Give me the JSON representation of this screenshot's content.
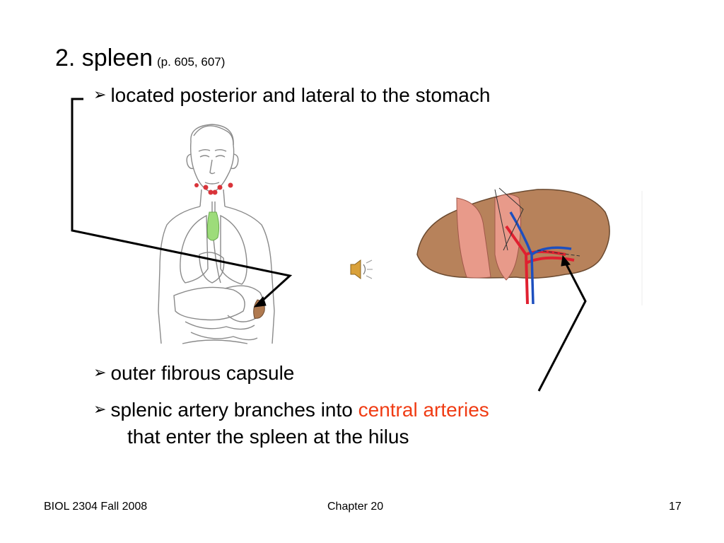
{
  "slide": {
    "title": "2. spleen",
    "title_ref": "(p. 605, 607)",
    "bullet_marker": "➢",
    "bullets": [
      {
        "text": "located posterior and lateral to the stomach"
      },
      {
        "text": "outer fibrous capsule"
      },
      {
        "text_before": "splenic artery branches into ",
        "highlight": "central arteries",
        "continuation": "that enter the spleen at the hilus"
      }
    ],
    "highlight_color": "#f03c14"
  },
  "footer": {
    "left": "BIOL 2304 Fall 2008",
    "center": "Chapter 20",
    "page_number": "17"
  },
  "media": {
    "audio_icon": "speaker-icon"
  }
}
